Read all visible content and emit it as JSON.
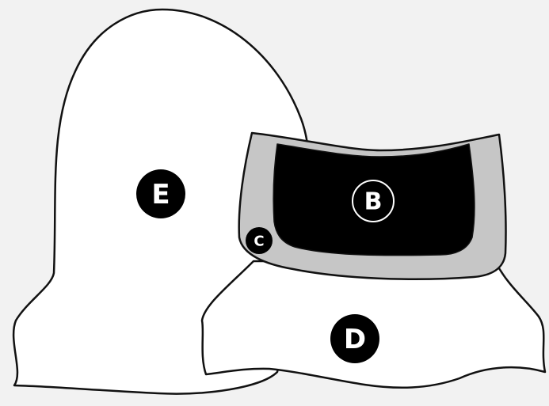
{
  "diagram": {
    "parts": [
      {
        "id": "E",
        "label": "E"
      },
      {
        "id": "D",
        "label": "D"
      },
      {
        "id": "B",
        "label": "B"
      },
      {
        "id": "C",
        "label": "C"
      }
    ],
    "colors": {
      "background": "#f2f2f2",
      "outline": "#111111",
      "fill_white": "#ffffff",
      "frame_gray": "#c6c6c6",
      "panel_black": "#000000",
      "badge_black": "#000000",
      "badge_text": "#ffffff"
    }
  }
}
